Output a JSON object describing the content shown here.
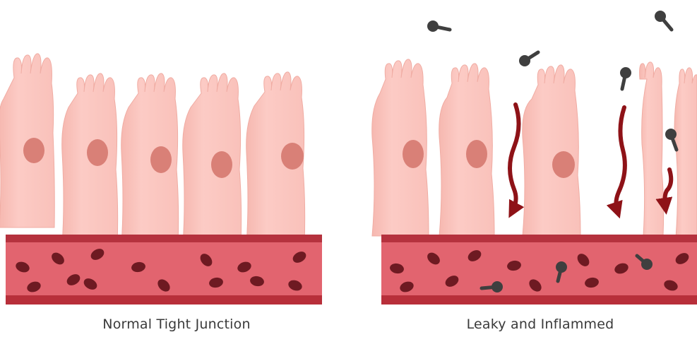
{
  "panels": [
    {
      "id": "normal",
      "caption": "Normal Tight Junction"
    },
    {
      "id": "leaky",
      "caption": "Leaky and Inflammed"
    }
  ],
  "colors": {
    "cell_fill": "#fbc9c3",
    "cell_shade": "#f4b3ab",
    "nucleus": "#d98077",
    "vessel_top": "#b5323e",
    "vessel_body": "#e2646f",
    "vessel_bottom": "#b82f3a",
    "blood_cell": "#6e1a22",
    "arrow": "#8e1217",
    "pathogen": "#3f3f3f"
  },
  "icons": {
    "pathogen": "pathogen-icon",
    "leak_arrow": "arrow-down-icon"
  }
}
